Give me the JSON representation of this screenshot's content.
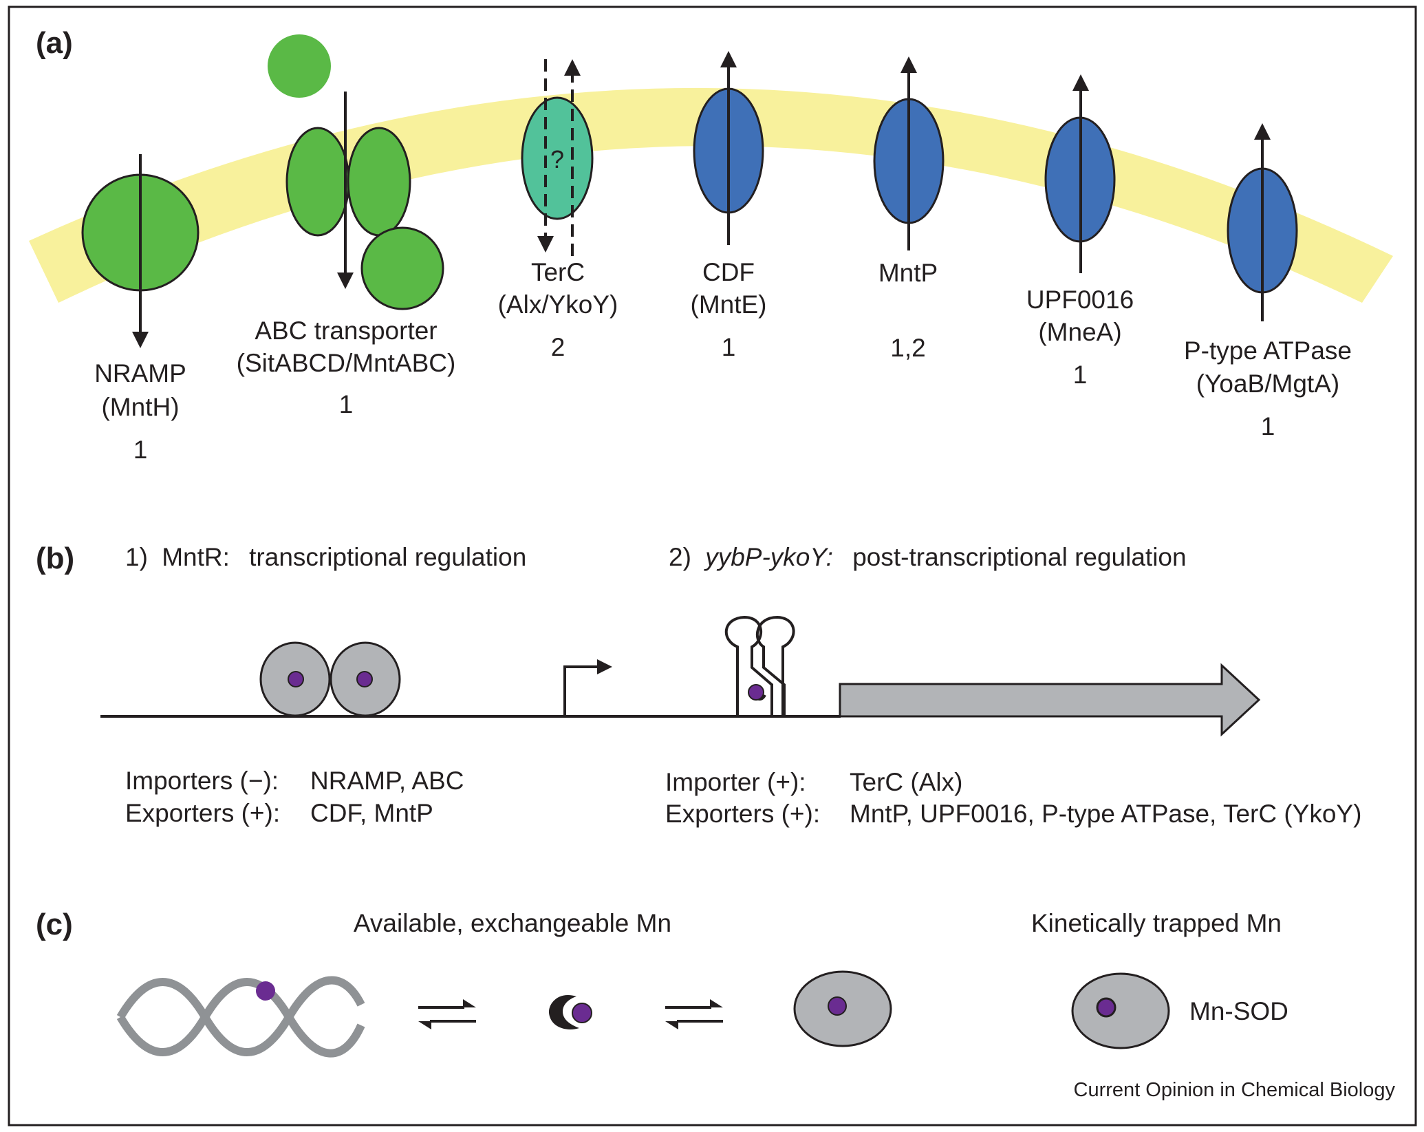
{
  "panels": {
    "a": {
      "label": "(a)",
      "transporters": [
        {
          "name": "NRAMP",
          "family": "(MntH)",
          "regulation": "1",
          "direction": "import",
          "color": "#5ab946"
        },
        {
          "name": "ABC transporter",
          "family": "(SitABCD/MntABC)",
          "regulation": "1",
          "direction": "import",
          "color": "#5ab946"
        },
        {
          "name": "TerC",
          "family": "(Alx/YkoY)",
          "regulation": "2",
          "direction": "both",
          "color": "#52c29a",
          "symbol": "?"
        },
        {
          "name": "CDF",
          "family": "(MntE)",
          "regulation": "1",
          "direction": "export",
          "color": "#3f70b7"
        },
        {
          "name": "MntP",
          "family": "",
          "regulation": "1,2",
          "direction": "export",
          "color": "#3f70b7"
        },
        {
          "name": "UPF0016",
          "family": "(MneA)",
          "regulation": "1",
          "direction": "export",
          "color": "#3f70b7"
        },
        {
          "name": "P-type ATPase",
          "family": "(YoaB/MgtA)",
          "regulation": "1",
          "direction": "export",
          "color": "#3f70b7"
        }
      ],
      "membrane_color": "#f8f19c"
    },
    "b": {
      "label": "(b)",
      "mechanisms": [
        {
          "number": "1)",
          "name": "MntR:",
          "description": "transcriptional regulation",
          "rows": [
            {
              "label": "Importers (−):",
              "value": "NRAMP, ABC"
            },
            {
              "label": "Exporters (+):",
              "value": "CDF, MntP"
            }
          ]
        },
        {
          "number": "2)",
          "name": "yybP-ykoY:",
          "description": "post-transcriptional regulation",
          "rows": [
            {
              "label": "Importer (+):",
              "value": "TerC (Alx)"
            },
            {
              "label": "Exporters (+):",
              "value": "MntP, UPF0016, P-type ATPase, TerC (YkoY)"
            }
          ]
        }
      ],
      "protein_color": "#b2b4b7",
      "manganese_color": "#6a2c91"
    },
    "c": {
      "label": "(c)",
      "pool_available": "Available, exchangeable Mn",
      "pool_trapped": "Kinetically trapped Mn",
      "enzyme_label": "Mn-SOD",
      "dna_color": "#8f9295"
    }
  },
  "credit": "Current Opinion in Chemical Biology"
}
